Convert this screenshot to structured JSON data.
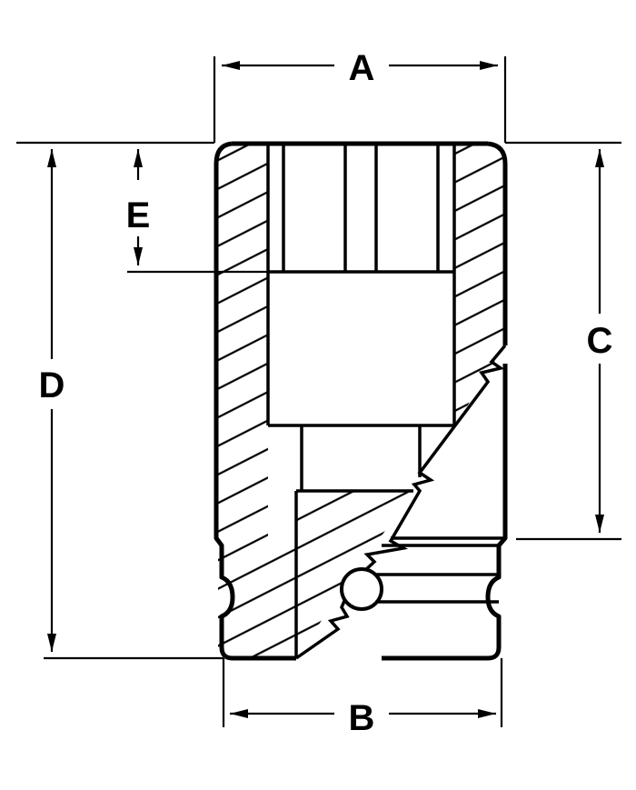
{
  "labels": {
    "a": "A",
    "b": "B",
    "c": "C",
    "d": "D",
    "e": "E"
  },
  "colors": {
    "ink": "#000000",
    "background": "#ffffff"
  }
}
